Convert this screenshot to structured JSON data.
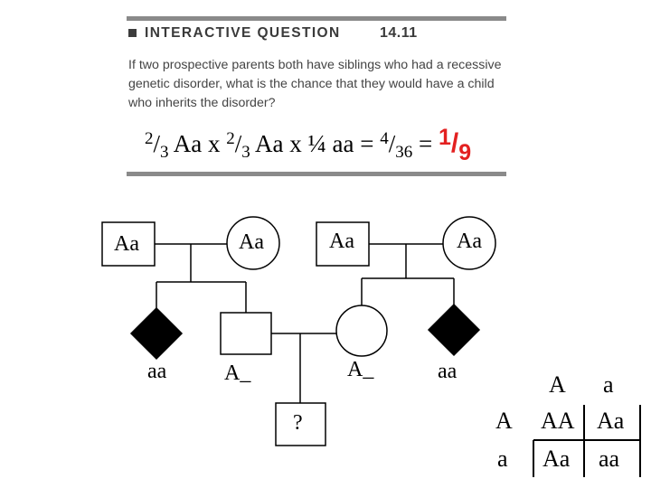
{
  "header": {
    "label": "INTERACTIVE QUESTION",
    "number": "14.11",
    "question": "If two prospective parents both have siblings who had a recessive genetic disorder, what is the chance that they would have a child who inherits the disorder?"
  },
  "equation": {
    "p1_num": "2",
    "p1_den": "3",
    "p1_geno": "Aa",
    "times1": "x",
    "p2_num": "2",
    "p2_den": "3",
    "p2_geno": "Aa",
    "times2": "x",
    "p3_frac": "¼",
    "p3_geno": "aa",
    "eq1": "=",
    "r1_num": "4",
    "r1_den": "36",
    "eq2": "=",
    "r2_num": "1",
    "r2_den": "9"
  },
  "pedigree": {
    "left_grandfather": "Aa",
    "left_grandmother": "Aa",
    "right_grandfather": "Aa",
    "right_grandmother": "Aa",
    "left_affected_sibling": "aa",
    "father": "A_",
    "mother": "A_",
    "right_affected_sibling": "aa",
    "child": "?"
  },
  "punnett": {
    "col_headers": [
      "A",
      "a"
    ],
    "row_headers": [
      "A",
      "a"
    ],
    "cells": [
      [
        "AA",
        "Aa"
      ],
      [
        "Aa",
        "aa"
      ]
    ]
  },
  "colors": {
    "result": "#e32020",
    "rule": "#8a8a8a",
    "affected": "#000000"
  }
}
